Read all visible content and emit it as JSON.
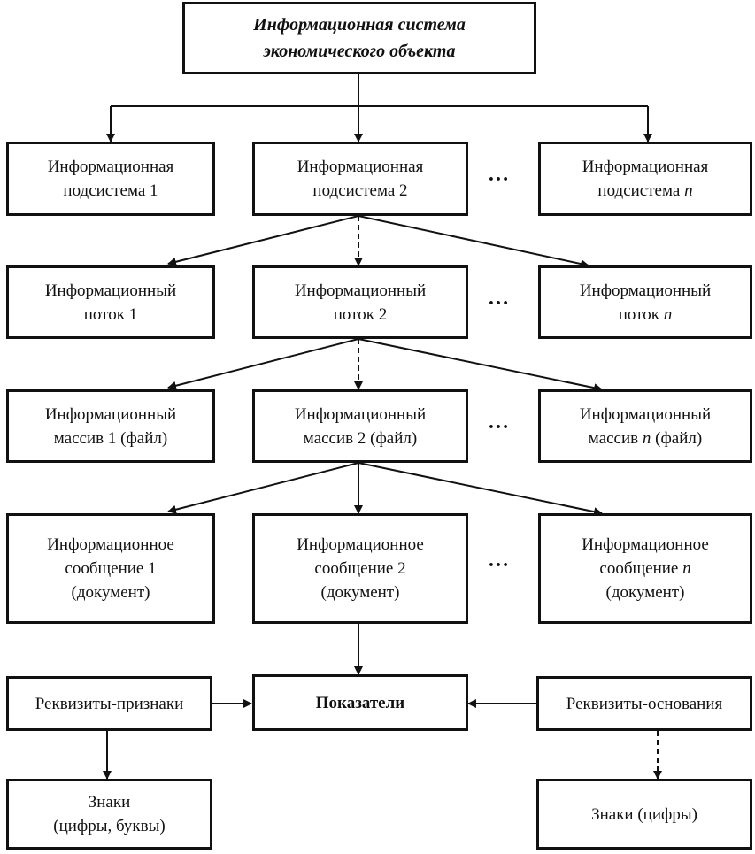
{
  "root": {
    "line1": "Информационная система",
    "line2": "экономического объекта"
  },
  "subsystems": [
    {
      "line1": "Информационная",
      "line2": "подсистема 1"
    },
    {
      "line1": "Информационная",
      "line2": "подсистема 2"
    },
    {
      "line1": "Информационная",
      "line2": "подсистема",
      "italic": "n"
    }
  ],
  "flows": [
    {
      "line1": "Информационный",
      "line2": "поток 1"
    },
    {
      "line1": "Информационный",
      "line2": "поток 2"
    },
    {
      "line1": "Информационный",
      "line2": "поток",
      "italic": "n"
    }
  ],
  "arrays": [
    {
      "line1": "Информационный",
      "line2": "массив 1 (файл)"
    },
    {
      "line1": "Информационный",
      "line2": "массив 2 (файл)"
    },
    {
      "line1": "Информационный",
      "line2_pre": "массив",
      "italic": "n",
      "line2_post": "(файл)"
    }
  ],
  "messages": [
    {
      "line1": "Информационное",
      "line2": "сообщение 1",
      "line3": "(документ)"
    },
    {
      "line1": "Информационное",
      "line2": "сообщение 2",
      "line3": "(документ)"
    },
    {
      "line1": "Информационное",
      "line2": "сообщение",
      "italic": "n",
      "line3": "(документ)"
    }
  ],
  "ellipsis": "…",
  "attributes_signs": "Реквизиты-признаки",
  "indicators": "Показатели",
  "attributes_bases": "Реквизиты-основания",
  "signs_letters": {
    "line1": "Знаки",
    "line2": "(цифры, буквы)"
  },
  "signs_digits": "Знаки (цифры)"
}
